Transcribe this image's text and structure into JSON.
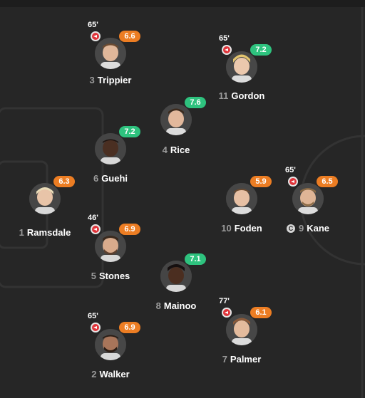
{
  "colors": {
    "background": "#262626",
    "pitch_lines": "#3a3a3a",
    "rating_orange": "#ec7d23",
    "rating_green": "#2ec27e",
    "sub_icon": "#e0343a",
    "number_gray": "#9b9b9b"
  },
  "players": [
    {
      "id": "ramsdale",
      "number": "1",
      "name": "Ramsdale",
      "rating": "6.3",
      "rating_color": "orange",
      "sub_minute": null,
      "captain": false
    },
    {
      "id": "trippier",
      "number": "3",
      "name": "Trippier",
      "rating": "6.6",
      "rating_color": "orange",
      "sub_minute": "65'",
      "captain": false
    },
    {
      "id": "guehi",
      "number": "6",
      "name": "Guehi",
      "rating": "7.2",
      "rating_color": "green",
      "sub_minute": null,
      "captain": false
    },
    {
      "id": "stones",
      "number": "5",
      "name": "Stones",
      "rating": "6.9",
      "rating_color": "orange",
      "sub_minute": "46'",
      "captain": false
    },
    {
      "id": "walker",
      "number": "2",
      "name": "Walker",
      "rating": "6.9",
      "rating_color": "orange",
      "sub_minute": "65'",
      "captain": false
    },
    {
      "id": "rice",
      "number": "4",
      "name": "Rice",
      "rating": "7.6",
      "rating_color": "green",
      "sub_minute": null,
      "captain": false
    },
    {
      "id": "mainoo",
      "number": "8",
      "name": "Mainoo",
      "rating": "7.1",
      "rating_color": "green",
      "sub_minute": null,
      "captain": false
    },
    {
      "id": "gordon",
      "number": "11",
      "name": "Gordon",
      "rating": "7.2",
      "rating_color": "green",
      "sub_minute": "65'",
      "captain": false
    },
    {
      "id": "foden",
      "number": "10",
      "name": "Foden",
      "rating": "5.9",
      "rating_color": "orange",
      "sub_minute": null,
      "captain": false
    },
    {
      "id": "palmer",
      "number": "7",
      "name": "Palmer",
      "rating": "6.1",
      "rating_color": "orange",
      "sub_minute": "77'",
      "captain": false
    },
    {
      "id": "kane",
      "number": "9",
      "name": "Kane",
      "rating": "6.5",
      "rating_color": "orange",
      "sub_minute": "65'",
      "captain": true,
      "captain_label": "C"
    }
  ]
}
